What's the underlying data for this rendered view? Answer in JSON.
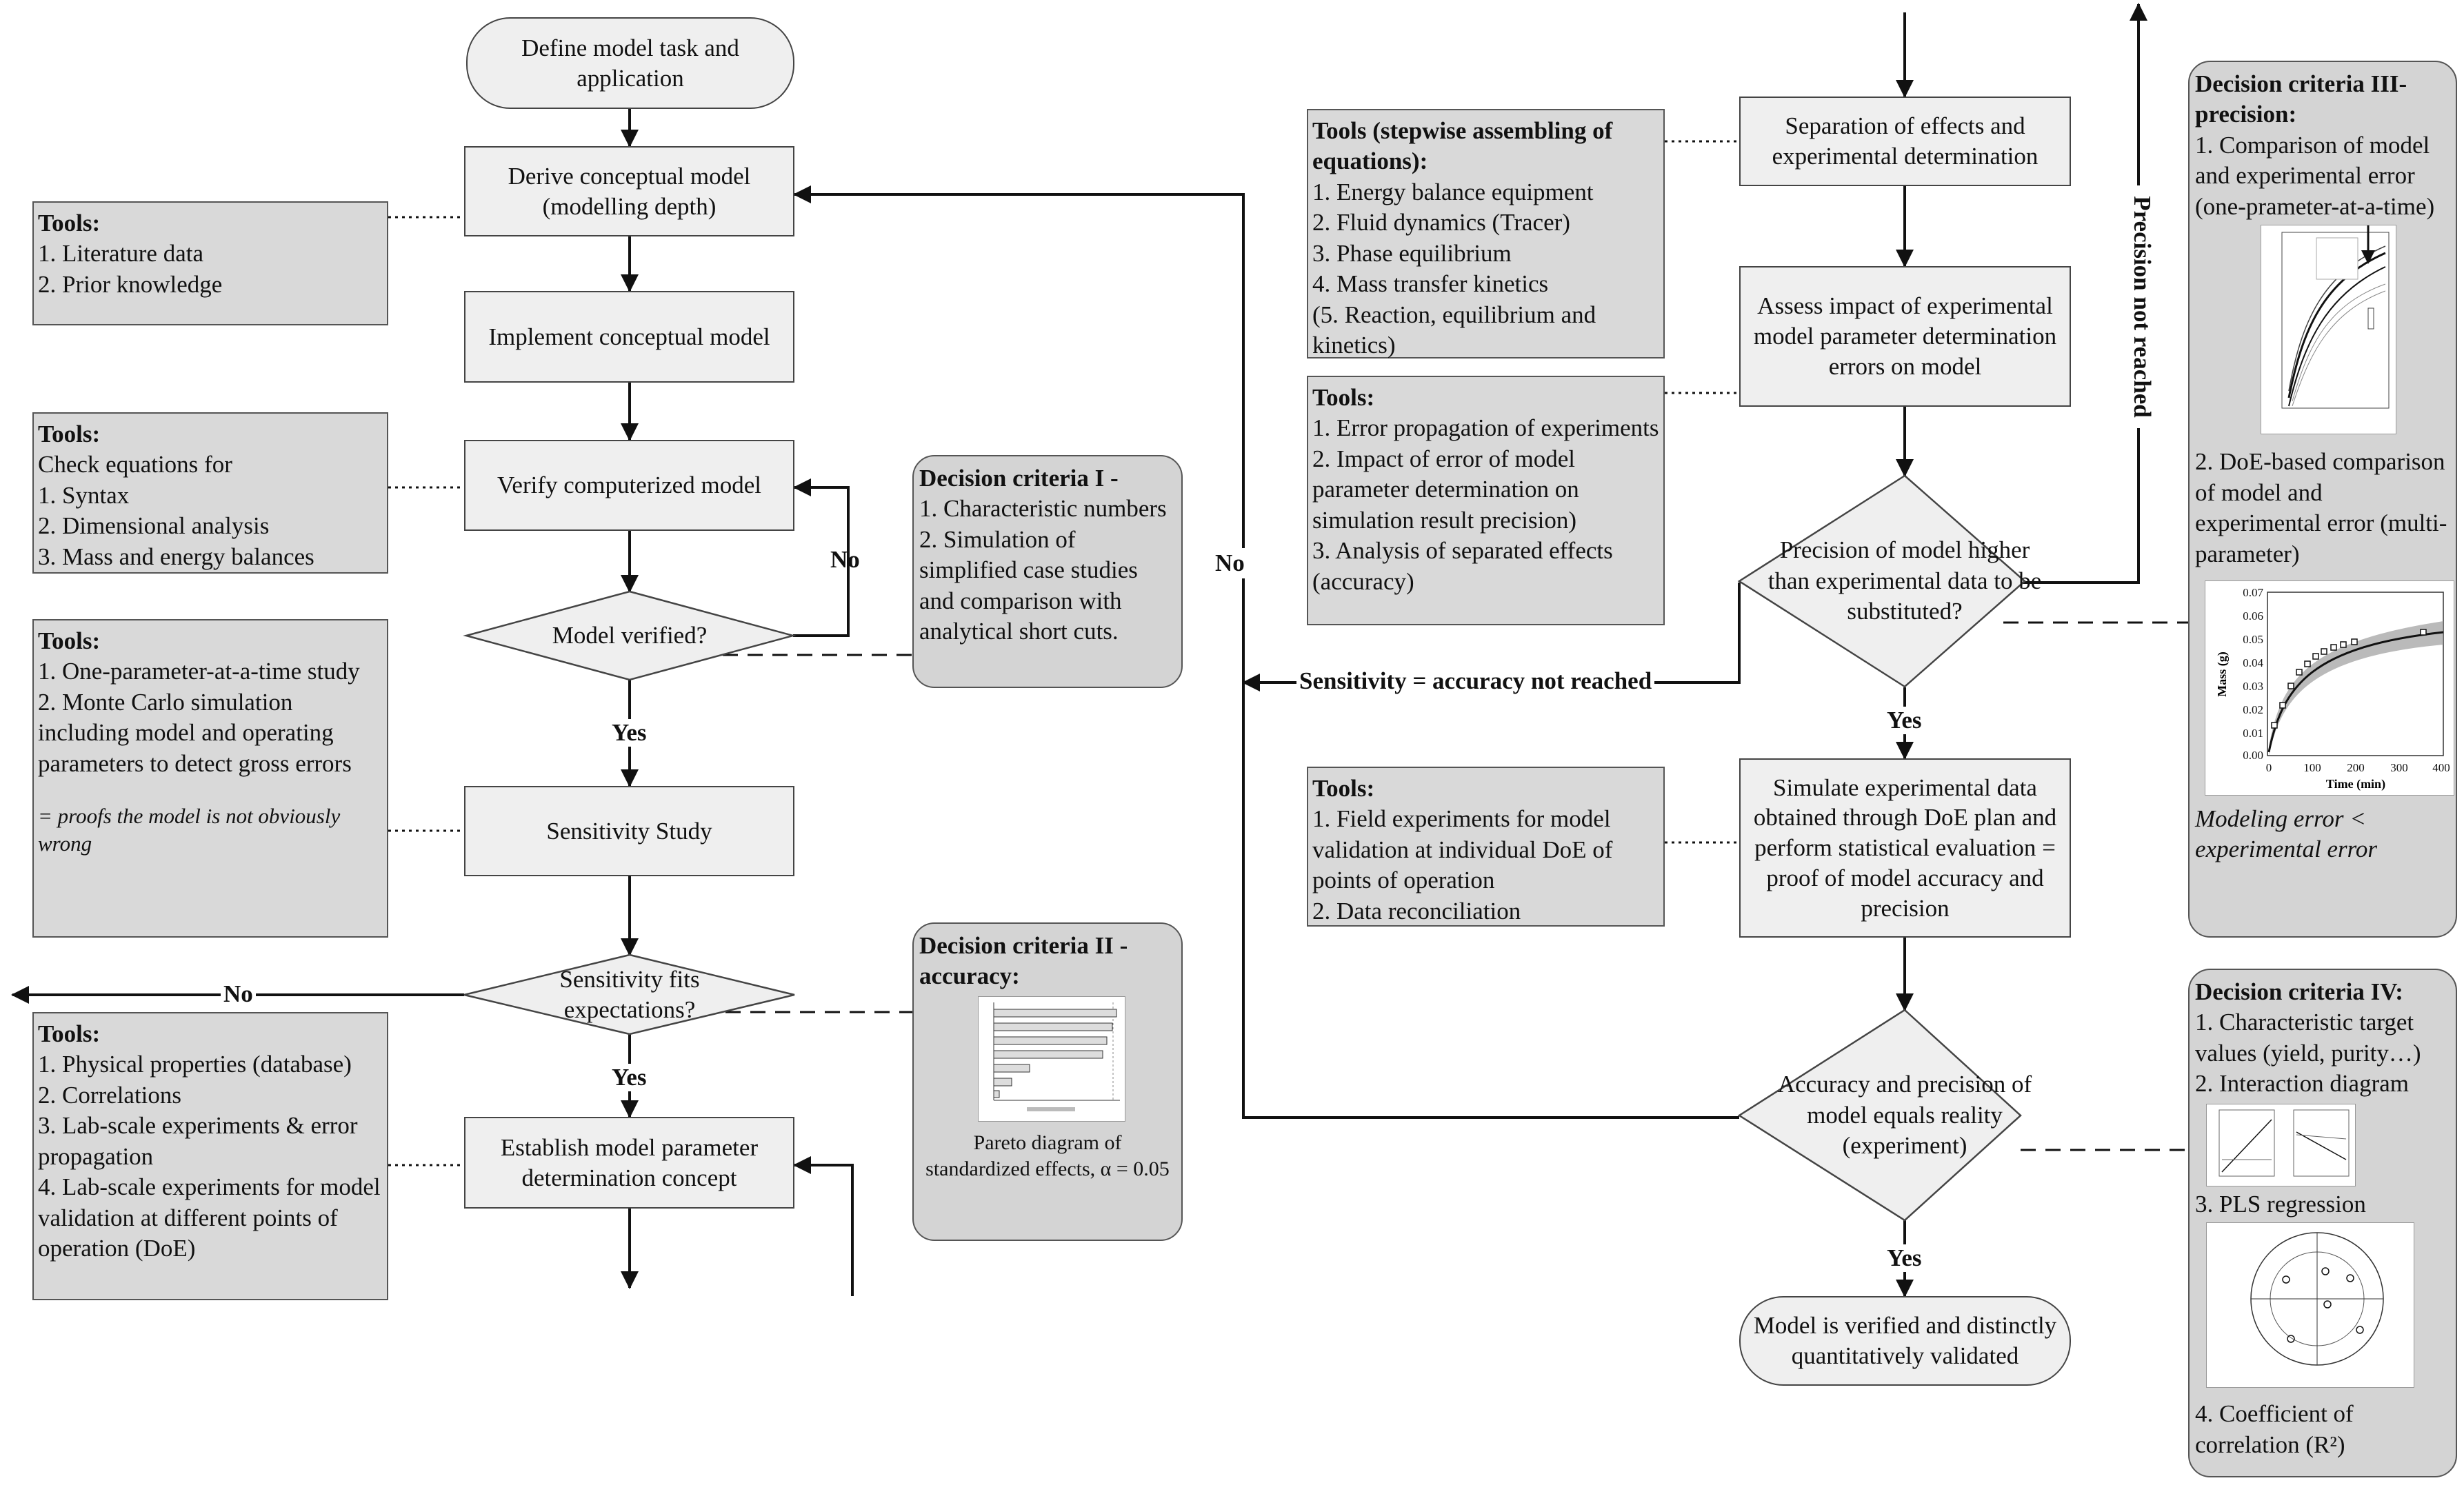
{
  "nodes": {
    "define": "Define model task and application",
    "derive": "Derive conceptual model (modelling depth)",
    "implement": "Implement conceptual model",
    "verify": "Verify computerized model",
    "model_verified": "Model verified?",
    "sensitivity_study": "Sensitivity Study",
    "sensitivity_fits": "Sensitivity fits expectations?",
    "establish": "Establish model parameter determination concept",
    "separation": "Separation of effects and experimental determination",
    "assess": "Assess impact of experimental model parameter determination errors on model",
    "precision_q": "Precision of model higher than experimental data to be substituted?",
    "simulate": "Simulate experimental data obtained through DoE plan and perform statistical evaluation = proof of model accuracy and precision",
    "accuracy_q": "Accuracy and precision of model equals reality (experiment)",
    "final": "Model is verified and distinctly quantitatively validated"
  },
  "labels": {
    "no_verify": "No",
    "yes_verify": "Yes",
    "no_sensitivity": "No",
    "yes_sensitivity": "Yes",
    "no_accuracy": "No",
    "sensitivity_accuracy": "Sensitivity = accuracy not reached",
    "precision_not_reached": "Precision not reached",
    "yes_precision": "Yes",
    "yes_accuracy": "Yes"
  },
  "tools": {
    "t1": {
      "title": "Tools:",
      "lines": [
        "1. Literature data",
        "2. Prior knowledge"
      ]
    },
    "t2": {
      "title": "Tools:",
      "lines": [
        "Check equations for",
        "1. Syntax",
        "2. Dimensional analysis",
        "3. Mass and energy balances"
      ]
    },
    "t3": {
      "title": "Tools:",
      "lines": [
        "1. One-parameter-at-a-time study",
        "2. Monte Carlo simulation including model and operating parameters to detect gross errors"
      ],
      "note": "= proofs the model is not obviously wrong"
    },
    "t4": {
      "title": "Tools:",
      "lines": [
        "1. Physical properties (database)",
        "2. Correlations",
        "3. Lab-scale experiments & error propagation",
        "4. Lab-scale experiments for model validation at different points of operation (DoE)"
      ]
    },
    "t5": {
      "title": "Tools (stepwise assembling of equations):",
      "lines": [
        "1. Energy balance equipment",
        "2. Fluid dynamics (Tracer)",
        "3. Phase equilibrium",
        "4. Mass transfer kinetics",
        "(5. Reaction, equilibrium and kinetics)"
      ]
    },
    "t6": {
      "title": "Tools:",
      "lines": [
        "1. Error propagation of experiments",
        "2. Impact of error of model parameter determination on simulation result precision)",
        "3. Analysis of separated effects (accuracy)"
      ]
    },
    "t7": {
      "title": "Tools:",
      "lines": [
        "1. Field experiments for model validation at individual DoE of points of operation",
        "2. Data reconciliation"
      ]
    }
  },
  "criteria": {
    "c1": {
      "title": "Decision criteria I -",
      "lines": [
        "1. Characteristic numbers",
        "2. Simulation of simplified case studies and comparison with analytical short cuts."
      ]
    },
    "c2": {
      "title": "Decision criteria II - accuracy:",
      "caption": "Pareto diagram of standardized effects, α = 0.05"
    },
    "c3": {
      "title": "Decision criteria III- precision:",
      "line1": "1. Comparison of model and experimental error (one-prameter-at-a-time)",
      "line2": "2. DoE-based comparison of model and experimental error (multi-parameter)",
      "note": "Modeling error < experimental error"
    },
    "c4": {
      "title": "Decision criteria IV:",
      "line1": "1. Characteristic target values (yield, purity…)",
      "line2": "2. Interaction diagram",
      "line3": "3. PLS regression",
      "line4": "4. Coefficient of correlation (R²)"
    }
  },
  "mass_chart": {
    "ylabel": "Mass (g)",
    "xlabel": "Time (min)",
    "yticks": [
      "0.07",
      "0.06",
      "0.05",
      "0.04",
      "0.03",
      "0.02",
      "0.01",
      "0.00"
    ],
    "xticks": [
      "0",
      "100",
      "200",
      "300",
      "400"
    ]
  }
}
